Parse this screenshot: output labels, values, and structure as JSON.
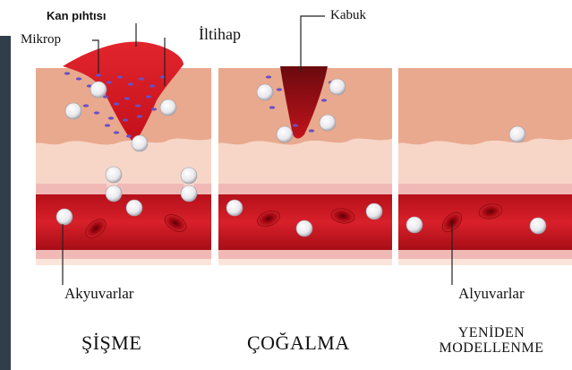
{
  "labels": {
    "blood_clot": "Kan pıhtısı",
    "microbe": "Mikrop",
    "inflammation": "İltihap",
    "scab": "Kabuk",
    "white_cells": "Akyuvarlar",
    "red_cells": "Alyuvarlar"
  },
  "stages": [
    {
      "title": "ŞİŞME"
    },
    {
      "title": "ÇOĞALMA"
    },
    {
      "title_line1": "YENİDEN",
      "title_line2": "MODELLENME"
    }
  ],
  "colors": {
    "skin": "#e9a98e",
    "dermis": "#f6d3c3",
    "vessel_wall": "#f1b7b4",
    "blood": "#c0141d",
    "clot": "#d6121c",
    "scab": "#8e0f14",
    "microbe": "#7353c6",
    "sidebar": "#2f3e4a"
  }
}
